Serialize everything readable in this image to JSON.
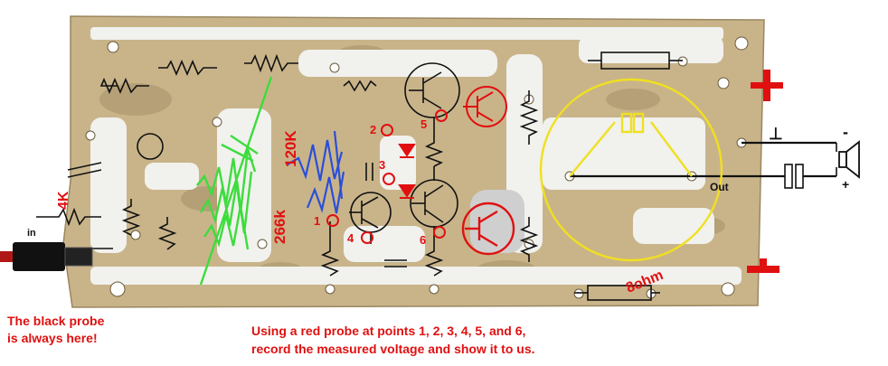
{
  "labels": {
    "in": "in",
    "r_4k": "4K",
    "r_266k": "266k",
    "r_120k": "120K",
    "out": "Out",
    "r_8ohm": "8ohm",
    "plus_right": "+",
    "minus_right": "⊥",
    "speaker_minus": "-",
    "speaker_plus": "+"
  },
  "points": [
    "1",
    "2",
    "3",
    "4",
    "5",
    "6"
  ],
  "notes": {
    "black_probe_line1": "The black probe",
    "black_probe_line2": "is always here!",
    "instruction_line1": "Using a red probe at points 1, 2, 3, 4, 5, and 6,",
    "instruction_line2": "record the measured voltage and show it to us."
  },
  "colors": {
    "board": "#c9b48a",
    "trace": "#f1f1ee",
    "annotation_red": "#e01010",
    "green_mark": "#3ddc3d",
    "blue_mark": "#2a4fd8",
    "yellow_mark": "#f0e020"
  }
}
